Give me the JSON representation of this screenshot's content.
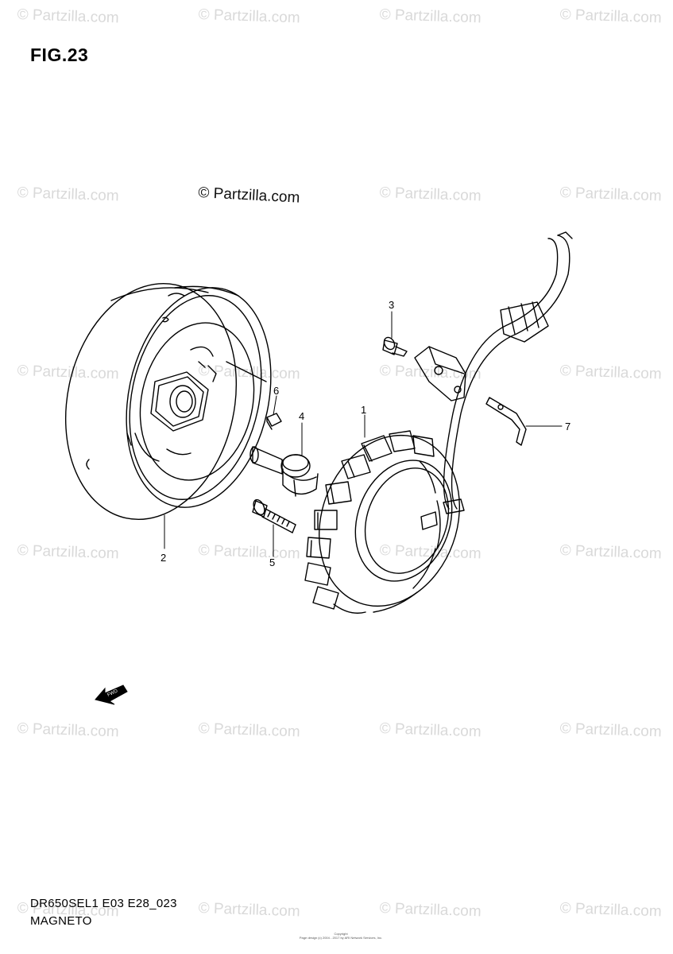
{
  "figure": {
    "title": "FIG.23",
    "reference_code": "DR650SEL1 E03 E28_023",
    "section": "MAGNETO",
    "copyright_lines": [
      "Copyright",
      "Page design (c) 2004 - 2017 by ARI Network Services, Inc."
    ]
  },
  "watermark": {
    "text": "© Partzilla.com",
    "center_text": "© Partzilla.com"
  },
  "callouts": [
    "1",
    "2",
    "3",
    "4",
    "5",
    "6",
    "7"
  ],
  "fwd_label": "FWD",
  "colors": {
    "ink": "#000000",
    "watermark": "#d9d9d9",
    "background": "#ffffff"
  }
}
